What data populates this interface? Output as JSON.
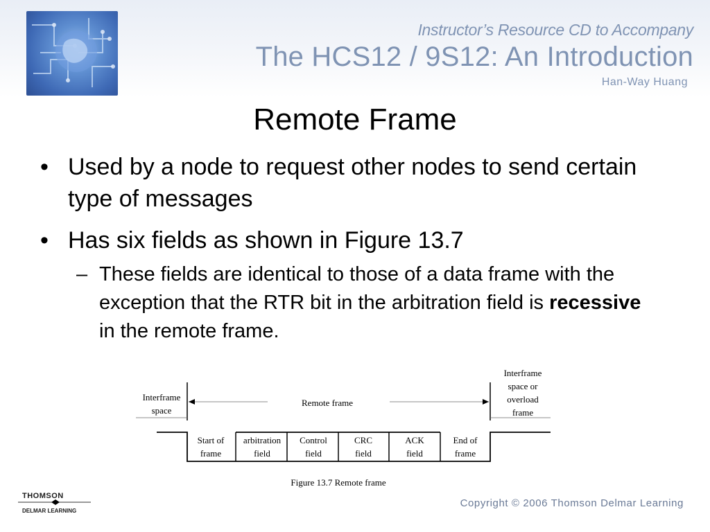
{
  "header": {
    "subtitle": "Instructor’s Resource CD to Accompany",
    "title": "The HCS12 / 9S12: An Introduction",
    "author": "Han-Way Huang"
  },
  "slide": {
    "title": "Remote Frame",
    "bullets": [
      {
        "marker": "•",
        "text": "Used by a node to request other nodes to send certain type of messages"
      },
      {
        "marker": "•",
        "text": "Has six fields as shown in Figure 13.7"
      }
    ],
    "sub_bullet": {
      "marker": "–",
      "text_before": "These fields are identical to those of a data frame with the exception that the RTR bit in the arbitration field is ",
      "bold": "recessive",
      "text_after": " in the remote frame."
    }
  },
  "figure": {
    "left_label": [
      "Interframe",
      "space"
    ],
    "center_label": "Remote frame",
    "right_label": [
      "Interframe",
      "space or",
      "overload",
      "frame"
    ],
    "fields": [
      [
        "Start of",
        "frame"
      ],
      [
        "arbitration",
        "field"
      ],
      [
        "Control",
        "field"
      ],
      [
        "CRC",
        "field"
      ],
      [
        "ACK",
        "field"
      ],
      [
        "End of",
        "frame"
      ]
    ],
    "caption": "Figure 13.7 Remote frame"
  },
  "footer": {
    "logo_line1": "THOMSON",
    "logo_line2": "DELMAR LEARNING",
    "copyright": "Copyright © 2006 Thomson Delmar Learning"
  }
}
